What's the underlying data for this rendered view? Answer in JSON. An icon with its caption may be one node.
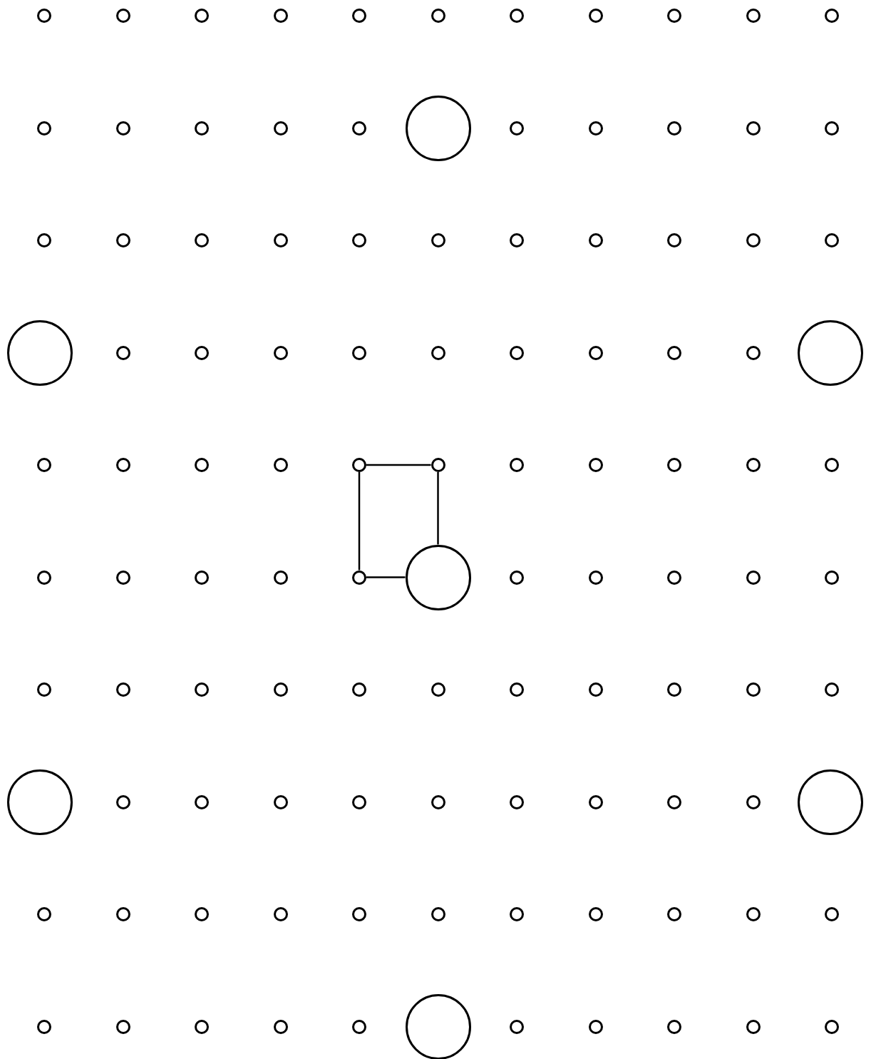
{
  "diagram": {
    "nodes": [
      {
        "text": [],
        "shape": "circle"
      },
      {
        "text": [],
        "shape": "circle"
      },
      {
        "text": [],
        "shape": "circle"
      },
      {
        "text": [],
        "shape": "circle"
      },
      {
        "text": [],
        "shape": "circle"
      },
      {
        "text": [],
        "shape": "circle"
      },
      {
        "text": [],
        "shape": "circle"
      },
      {
        "text": [],
        "shape": "circle"
      },
      {
        "text": [],
        "shape": "circle"
      },
      {
        "text": [],
        "shape": "circle"
      },
      {
        "text": [],
        "shape": "circle"
      },
      {
        "text": [],
        "shape": "circle"
      },
      {
        "text": [],
        "shape": "circle"
      },
      {
        "text": [],
        "shape": "circle"
      },
      {
        "text": [],
        "shape": "circle"
      },
      {
        "text": [],
        "shape": "circle"
      },
      {
        "text": [],
        "shape": "circle"
      },
      {
        "text": [],
        "shape": "circle"
      },
      {
        "text": [],
        "shape": "circle"
      },
      {
        "text": [],
        "shape": "circle"
      },
      {
        "text": [],
        "shape": "circle"
      },
      {
        "text": [],
        "shape": "circle"
      },
      {
        "text": [],
        "shape": "circle"
      },
      {
        "text": [],
        "shape": "circle"
      },
      {
        "text": [],
        "shape": "circle"
      },
      {
        "text": [],
        "shape": "circle"
      },
      {
        "text": [],
        "shape": "circle"
      },
      {
        "text": [],
        "shape": "circle"
      },
      {
        "text": [],
        "shape": "circle"
      },
      {
        "text": [],
        "shape": "circle"
      },
      {
        "text": [],
        "shape": "circle"
      },
      {
        "text": [],
        "shape": "circle"
      },
      {
        "text": [],
        "shape": "circle"
      },
      {
        "text": [],
        "shape": "circle"
      },
      {
        "text": [],
        "shape": "circle"
      },
      {
        "text": [],
        "shape": "circle"
      },
      {
        "text": [],
        "shape": "circle"
      },
      {
        "text": [],
        "shape": "circle"
      },
      {
        "text": [],
        "shape": "circle"
      },
      {
        "text": [],
        "shape": "circle"
      },
      {
        "text": [],
        "shape": "circle"
      },
      {
        "text": [],
        "shape": "circle"
      },
      {
        "text": [],
        "shape": "circle"
      },
      {
        "text": [],
        "shape": "circle"
      },
      {
        "text": [],
        "shape": "circle"
      },
      {
        "text": [],
        "shape": "circle"
      },
      {
        "text": [],
        "shape": "circle"
      },
      {
        "text": [],
        "shape": "circle"
      },
      {
        "text": [],
        "shape": "circle"
      },
      {
        "text": [],
        "shape": "circle"
      },
      {
        "text": [],
        "shape": "circle"
      },
      {
        "text": [],
        "shape": "circle"
      },
      {
        "text": [],
        "shape": "circle"
      },
      {
        "text": [],
        "shape": "circle"
      },
      {
        "text": [],
        "shape": "circle"
      },
      {
        "text": [],
        "shape": "circle"
      },
      {
        "text": [],
        "shape": "circle"
      },
      {
        "text": [],
        "shape": "circle"
      },
      {
        "text": [],
        "shape": "circle"
      },
      {
        "text": [],
        "shape": "circle"
      },
      {
        "text": [],
        "shape": "circle"
      },
      {
        "text": [],
        "shape": "circle"
      },
      {
        "text": [],
        "shape": "circle"
      },
      {
        "text": [],
        "shape": "circle"
      },
      {
        "text": [],
        "shape": "circle"
      },
      {
        "text": [],
        "shape": "circle"
      },
      {
        "text": [],
        "shape": "circle"
      },
      {
        "text": [],
        "shape": "circle"
      },
      {
        "text": [],
        "shape": "circle"
      },
      {
        "text": [],
        "shape": "circle"
      },
      {
        "text": [],
        "shape": "circle"
      },
      {
        "text": [],
        "shape": "circle"
      },
      {
        "text": [],
        "shape": "circle"
      },
      {
        "text": [],
        "shape": "circle"
      },
      {
        "text": [],
        "shape": "circle"
      },
      {
        "text": [],
        "shape": "circle"
      },
      {
        "text": [],
        "shape": "circle"
      },
      {
        "text": [],
        "shape": "circle"
      },
      {
        "text": [],
        "shape": "circle"
      },
      {
        "text": [],
        "shape": "circle"
      },
      {
        "text": [],
        "shape": "circle"
      },
      {
        "text": [],
        "shape": "circle"
      },
      {
        "text": [],
        "shape": "circle"
      },
      {
        "text": [],
        "shape": "circle"
      },
      {
        "text": [],
        "shape": "circle"
      },
      {
        "text": [],
        "shape": "circle"
      },
      {
        "text": [],
        "shape": "circle"
      },
      {
        "text": [],
        "shape": "circle"
      },
      {
        "text": [],
        "shape": "circle"
      },
      {
        "text": [],
        "shape": "circle"
      },
      {
        "text": [],
        "shape": "circle"
      },
      {
        "text": [],
        "shape": "circle"
      },
      {
        "text": [],
        "shape": "circle"
      },
      {
        "text": [],
        "shape": "circle"
      },
      {
        "text": [],
        "shape": "circle"
      },
      {
        "text": [],
        "shape": "circle"
      },
      {
        "text": [],
        "shape": "circle"
      },
      {
        "text": [],
        "shape": "circle"
      },
      {
        "text": [],
        "shape": "circle"
      },
      {
        "text": [],
        "shape": "circle"
      },
      {
        "text": [],
        "shape": "circle"
      },
      {
        "text": [],
        "shape": "circle"
      },
      {
        "text": [],
        "shape": "circle"
      },
      {
        "text": [],
        "shape": "circle"
      },
      {
        "text": [],
        "shape": "circle"
      },
      {
        "text": [],
        "shape": "circle"
      },
      {
        "text": [],
        "shape": "circle"
      },
      {
        "text": [],
        "shape": "circle"
      },
      {
        "text": [],
        "shape": "circle"
      },
      {
        "text": [],
        "shape": "circle"
      }
    ],
    "edges": [
      {
        "from": 48,
        "to": 49,
        "arrow": "none"
      },
      {
        "from": 48,
        "to": 59,
        "arrow": "none"
      },
      {
        "from": 49,
        "to": 60,
        "arrow": "none"
      },
      {
        "from": 59,
        "to": 60,
        "arrow": "none"
      }
    ]
  }
}
